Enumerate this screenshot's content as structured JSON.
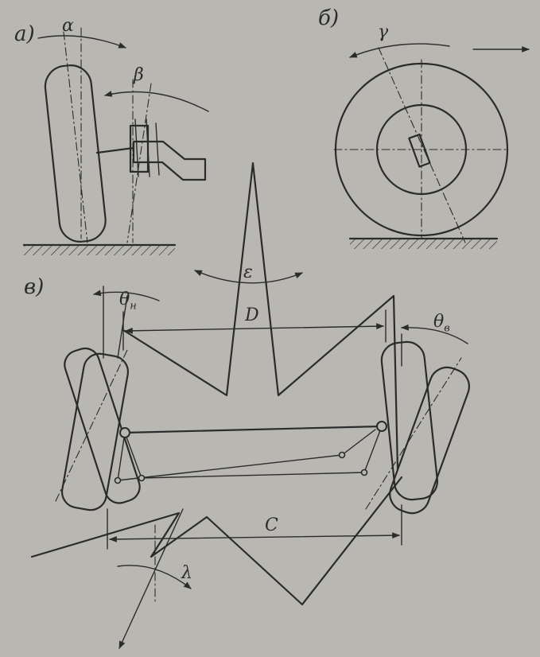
{
  "labels": {
    "part_a": "а)",
    "part_b": "б)",
    "part_c": "в)"
  },
  "symbols": {
    "alpha": "α",
    "beta": "β",
    "gamma": "γ",
    "epsilon": "ε",
    "theta_h_base": "θ",
    "theta_h_sub": "н",
    "theta_b_base": "θ",
    "theta_b_sub": "в",
    "D": "D",
    "C": "C",
    "lambda": "λ"
  },
  "colors": {
    "paper": "#b9b7b2",
    "ink": "#2b2b2b"
  }
}
